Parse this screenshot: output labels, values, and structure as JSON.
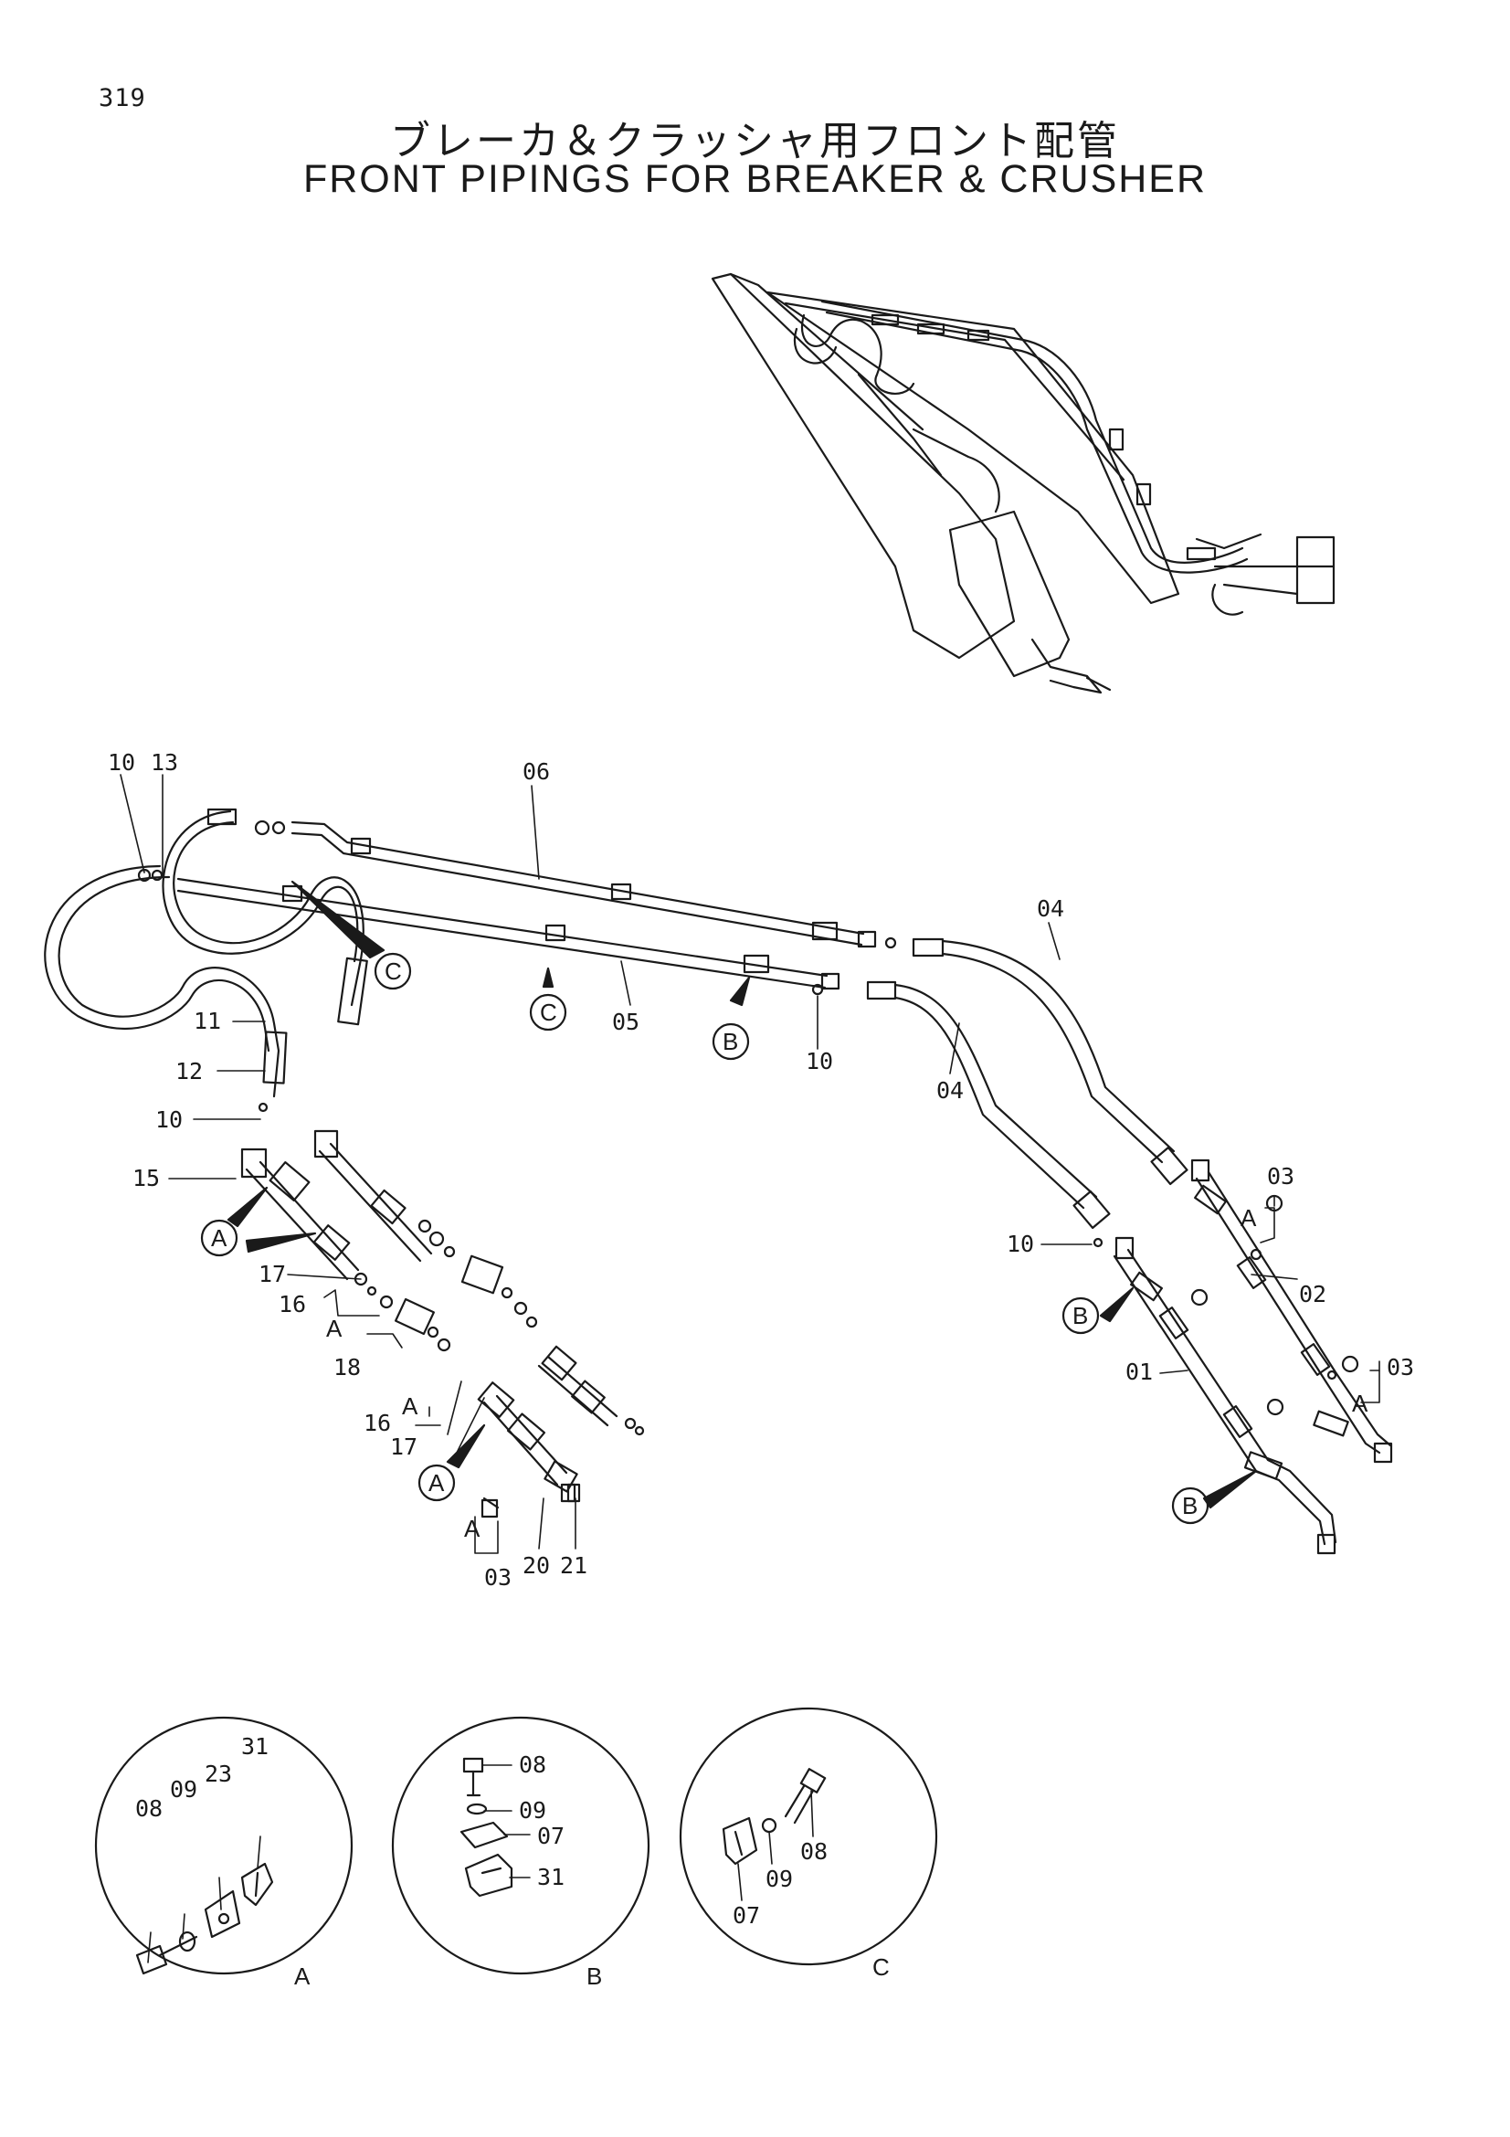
{
  "page_number": "319",
  "title_jp": "ブレーカ＆クラッシャ用フロント配管",
  "title_en": "FRONT PIPINGS FOR BREAKER & CRUSHER",
  "callouts": {
    "c10a": "10",
    "c13": "13",
    "c06": "06",
    "c04a": "04",
    "c04b": "04",
    "c05": "05",
    "c10b": "10",
    "c11": "11",
    "c12": "12",
    "c10c": "10",
    "c15": "15",
    "c17a": "17",
    "c16a": "16",
    "c18": "18",
    "c16b": "16",
    "c17b": "17",
    "c20": "20",
    "c21": "21",
    "c03a": "03",
    "c10d": "10",
    "c03b": "03",
    "c02": "02",
    "c01": "01",
    "c03c": "03",
    "dA08": "08",
    "dA09": "09",
    "dA23": "23",
    "dA31": "31",
    "dB08": "08",
    "dB09": "09",
    "dB07": "07",
    "dB31": "31",
    "dC07": "07",
    "dC09": "09",
    "dC08": "08"
  },
  "refs": {
    "A": "A",
    "B": "B",
    "C": "C"
  }
}
